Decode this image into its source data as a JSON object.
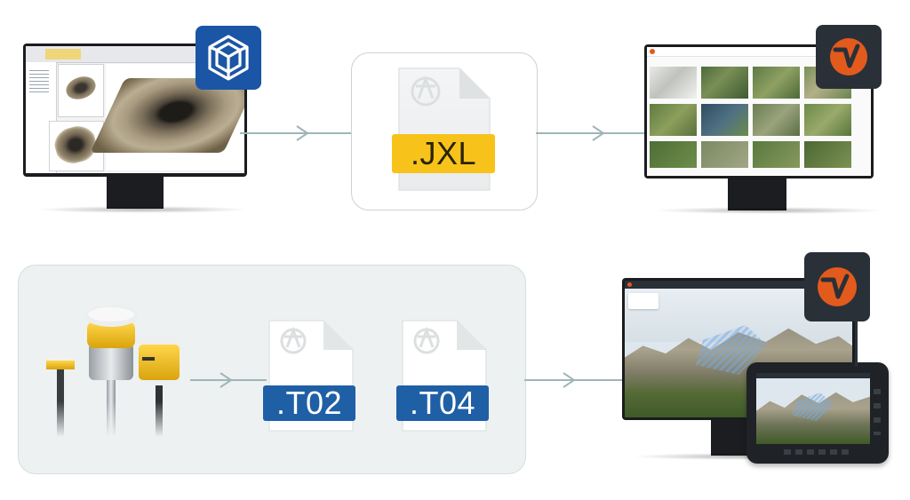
{
  "files": {
    "jxl": ".JXL",
    "t02": ".T02",
    "t04": ".T04"
  },
  "colors": {
    "badge_blue": "#1b55a5",
    "badge_dark": "#2a3038",
    "badge_orange": "#e35a1d",
    "tag_yellow": "#f7c31b",
    "tag_blue": "#1f5fa6",
    "connector": "#9fb5b8"
  },
  "icons": {
    "top_left_badge": "trimble-business-center-cube-icon",
    "top_right_badge": "trimble-stratus-logo-icon",
    "bottom_right_badge": "trimble-stratus-logo-icon",
    "file_watermark": "trimble-globe-icon"
  }
}
